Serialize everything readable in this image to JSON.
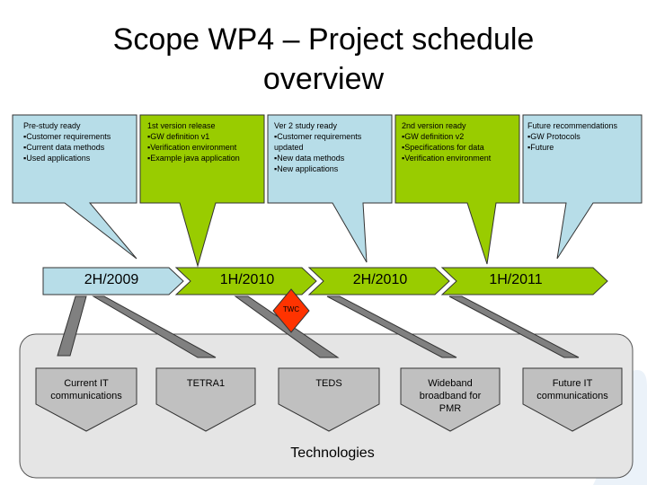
{
  "title": {
    "line1": "Scope WP4 – Project schedule",
    "line2": "overview"
  },
  "callouts": [
    {
      "heading": "Pre-study ready",
      "items": [
        "▪Customer requirements",
        "▪Current data methods",
        "▪Used applications"
      ],
      "color": "#b7dde8"
    },
    {
      "heading": "1st version release",
      "items": [
        "▪GW definition v1",
        "▪Verification environment",
        "▪Example java application"
      ],
      "color": "#99cc00"
    },
    {
      "heading": "Ver 2 study ready",
      "items": [
        "▪Customer requirements",
        "updated",
        "▪New data methods",
        "▪New applications"
      ],
      "color": "#b7dde8"
    },
    {
      "heading": "2nd version ready",
      "items": [
        "▪GW definition v2",
        "▪Specifications for data",
        "▪Verification environment"
      ],
      "color": "#99cc00"
    },
    {
      "heading": "Future recommendations",
      "items": [
        "▪GW Protocols",
        "▪Future"
      ],
      "color": "#b7dde8"
    }
  ],
  "timeline": {
    "color": "#99cc00",
    "periods": [
      "2H/2009",
      "1H/2010",
      "2H/2010",
      "1H/2011"
    ]
  },
  "milestone": {
    "label": "TWC",
    "color": "#ff3300"
  },
  "technologies": {
    "label": "Technologies",
    "panel_color": "#e5e5e5",
    "box_color": "#c0c0c0",
    "items": [
      [
        "Current IT",
        "communications"
      ],
      [
        "TETRA1"
      ],
      [
        "TEDS"
      ],
      [
        "Wideband",
        "broadband for",
        "PMR"
      ],
      [
        "Future IT",
        "communications"
      ]
    ]
  }
}
